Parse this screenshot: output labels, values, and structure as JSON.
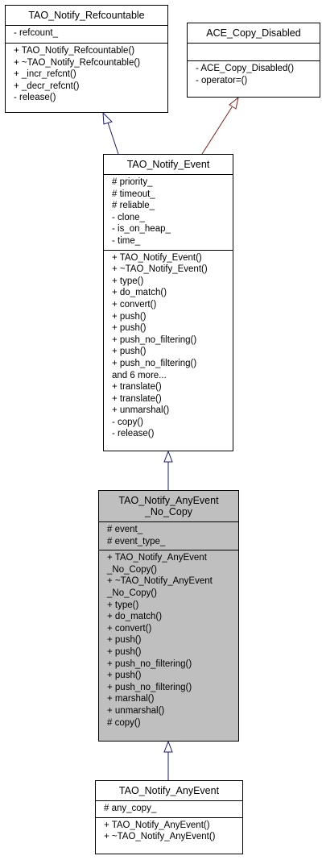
{
  "classes": {
    "refcountable": {
      "title": [
        "TAO_Notify_Refcountable"
      ],
      "attributes": [
        "- refcount_"
      ],
      "operations": [
        "+ TAO_Notify_Refcountable()",
        "+ ~TAO_Notify_Refcountable()",
        "+ _incr_refcnt()",
        "+ _decr_refcnt()",
        "- release()"
      ]
    },
    "copy_disabled": {
      "title": [
        "ACE_Copy_Disabled"
      ],
      "attributes": [],
      "operations": [
        "- ACE_Copy_Disabled()",
        "- operator=()"
      ]
    },
    "event": {
      "title": [
        "TAO_Notify_Event"
      ],
      "attributes": [
        "# priority_",
        "# timeout_",
        "# reliable_",
        "- clone_",
        "- is_on_heap_",
        "- time_"
      ],
      "operations": [
        "+ TAO_Notify_Event()",
        "+ ~TAO_Notify_Event()",
        "+ type()",
        "+ do_match()",
        "+ convert()",
        "+ push()",
        "+ push()",
        "+ push_no_filtering()",
        "+ push()",
        "+ push_no_filtering()",
        "and 6 more...",
        "+ translate()",
        "+ translate()",
        "+ unmarshal()",
        "- copy()",
        "- release()"
      ]
    },
    "anyevent_no_copy": {
      "title": [
        "TAO_Notify_AnyEvent",
        "_No_Copy"
      ],
      "attributes": [
        "# event_",
        "# event_type_"
      ],
      "operations": [
        "+ TAO_Notify_AnyEvent",
        "_No_Copy()",
        "+ ~TAO_Notify_AnyEvent",
        "_No_Copy()",
        "+ type()",
        "+ do_match()",
        "+ convert()",
        "+ push()",
        "+ push()",
        "+ push_no_filtering()",
        "+ push()",
        "+ push_no_filtering()",
        "+ marshal()",
        "+ unmarshal()",
        "# copy()"
      ]
    },
    "anyevent": {
      "title": [
        "TAO_Notify_AnyEvent"
      ],
      "attributes": [
        "# any_copy_"
      ],
      "operations": [
        "+ TAO_Notify_AnyEvent()",
        "+ ~TAO_Notify_AnyEvent()"
      ]
    }
  },
  "colors": {
    "edge_blue": "#191970",
    "edge_red": "#8b1a1a",
    "focus_fill": "#bfbfbf"
  }
}
